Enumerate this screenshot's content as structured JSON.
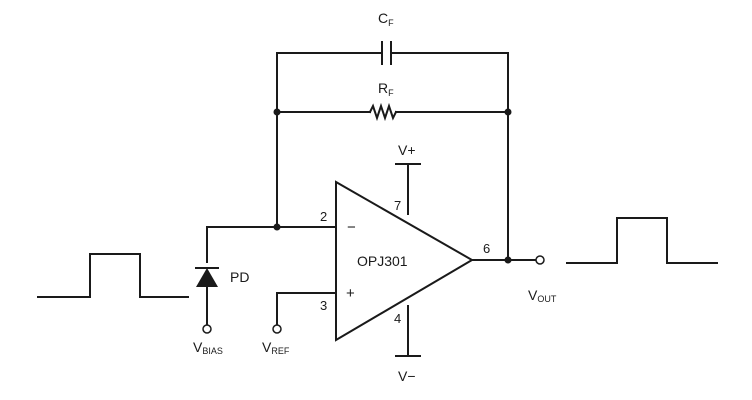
{
  "components": {
    "feedback_capacitor": {
      "main": "C",
      "sub": "F"
    },
    "feedback_resistor": {
      "main": "R",
      "sub": "F"
    },
    "opamp": {
      "name": "OPJ301",
      "inverting_sign": "−",
      "noninverting_sign": "+"
    },
    "photodiode": {
      "name": "PD"
    }
  },
  "pins": {
    "inverting": "2",
    "noninverting": "3",
    "output": "6",
    "v_plus": "7",
    "v_minus": "4"
  },
  "supplies": {
    "positive": "V+",
    "negative": "V−"
  },
  "terminals": {
    "bias": {
      "main": "V",
      "sub": "BIAS"
    },
    "ref": {
      "main": "V",
      "sub": "REF"
    },
    "out": {
      "main": "V",
      "sub": "OUT"
    }
  }
}
